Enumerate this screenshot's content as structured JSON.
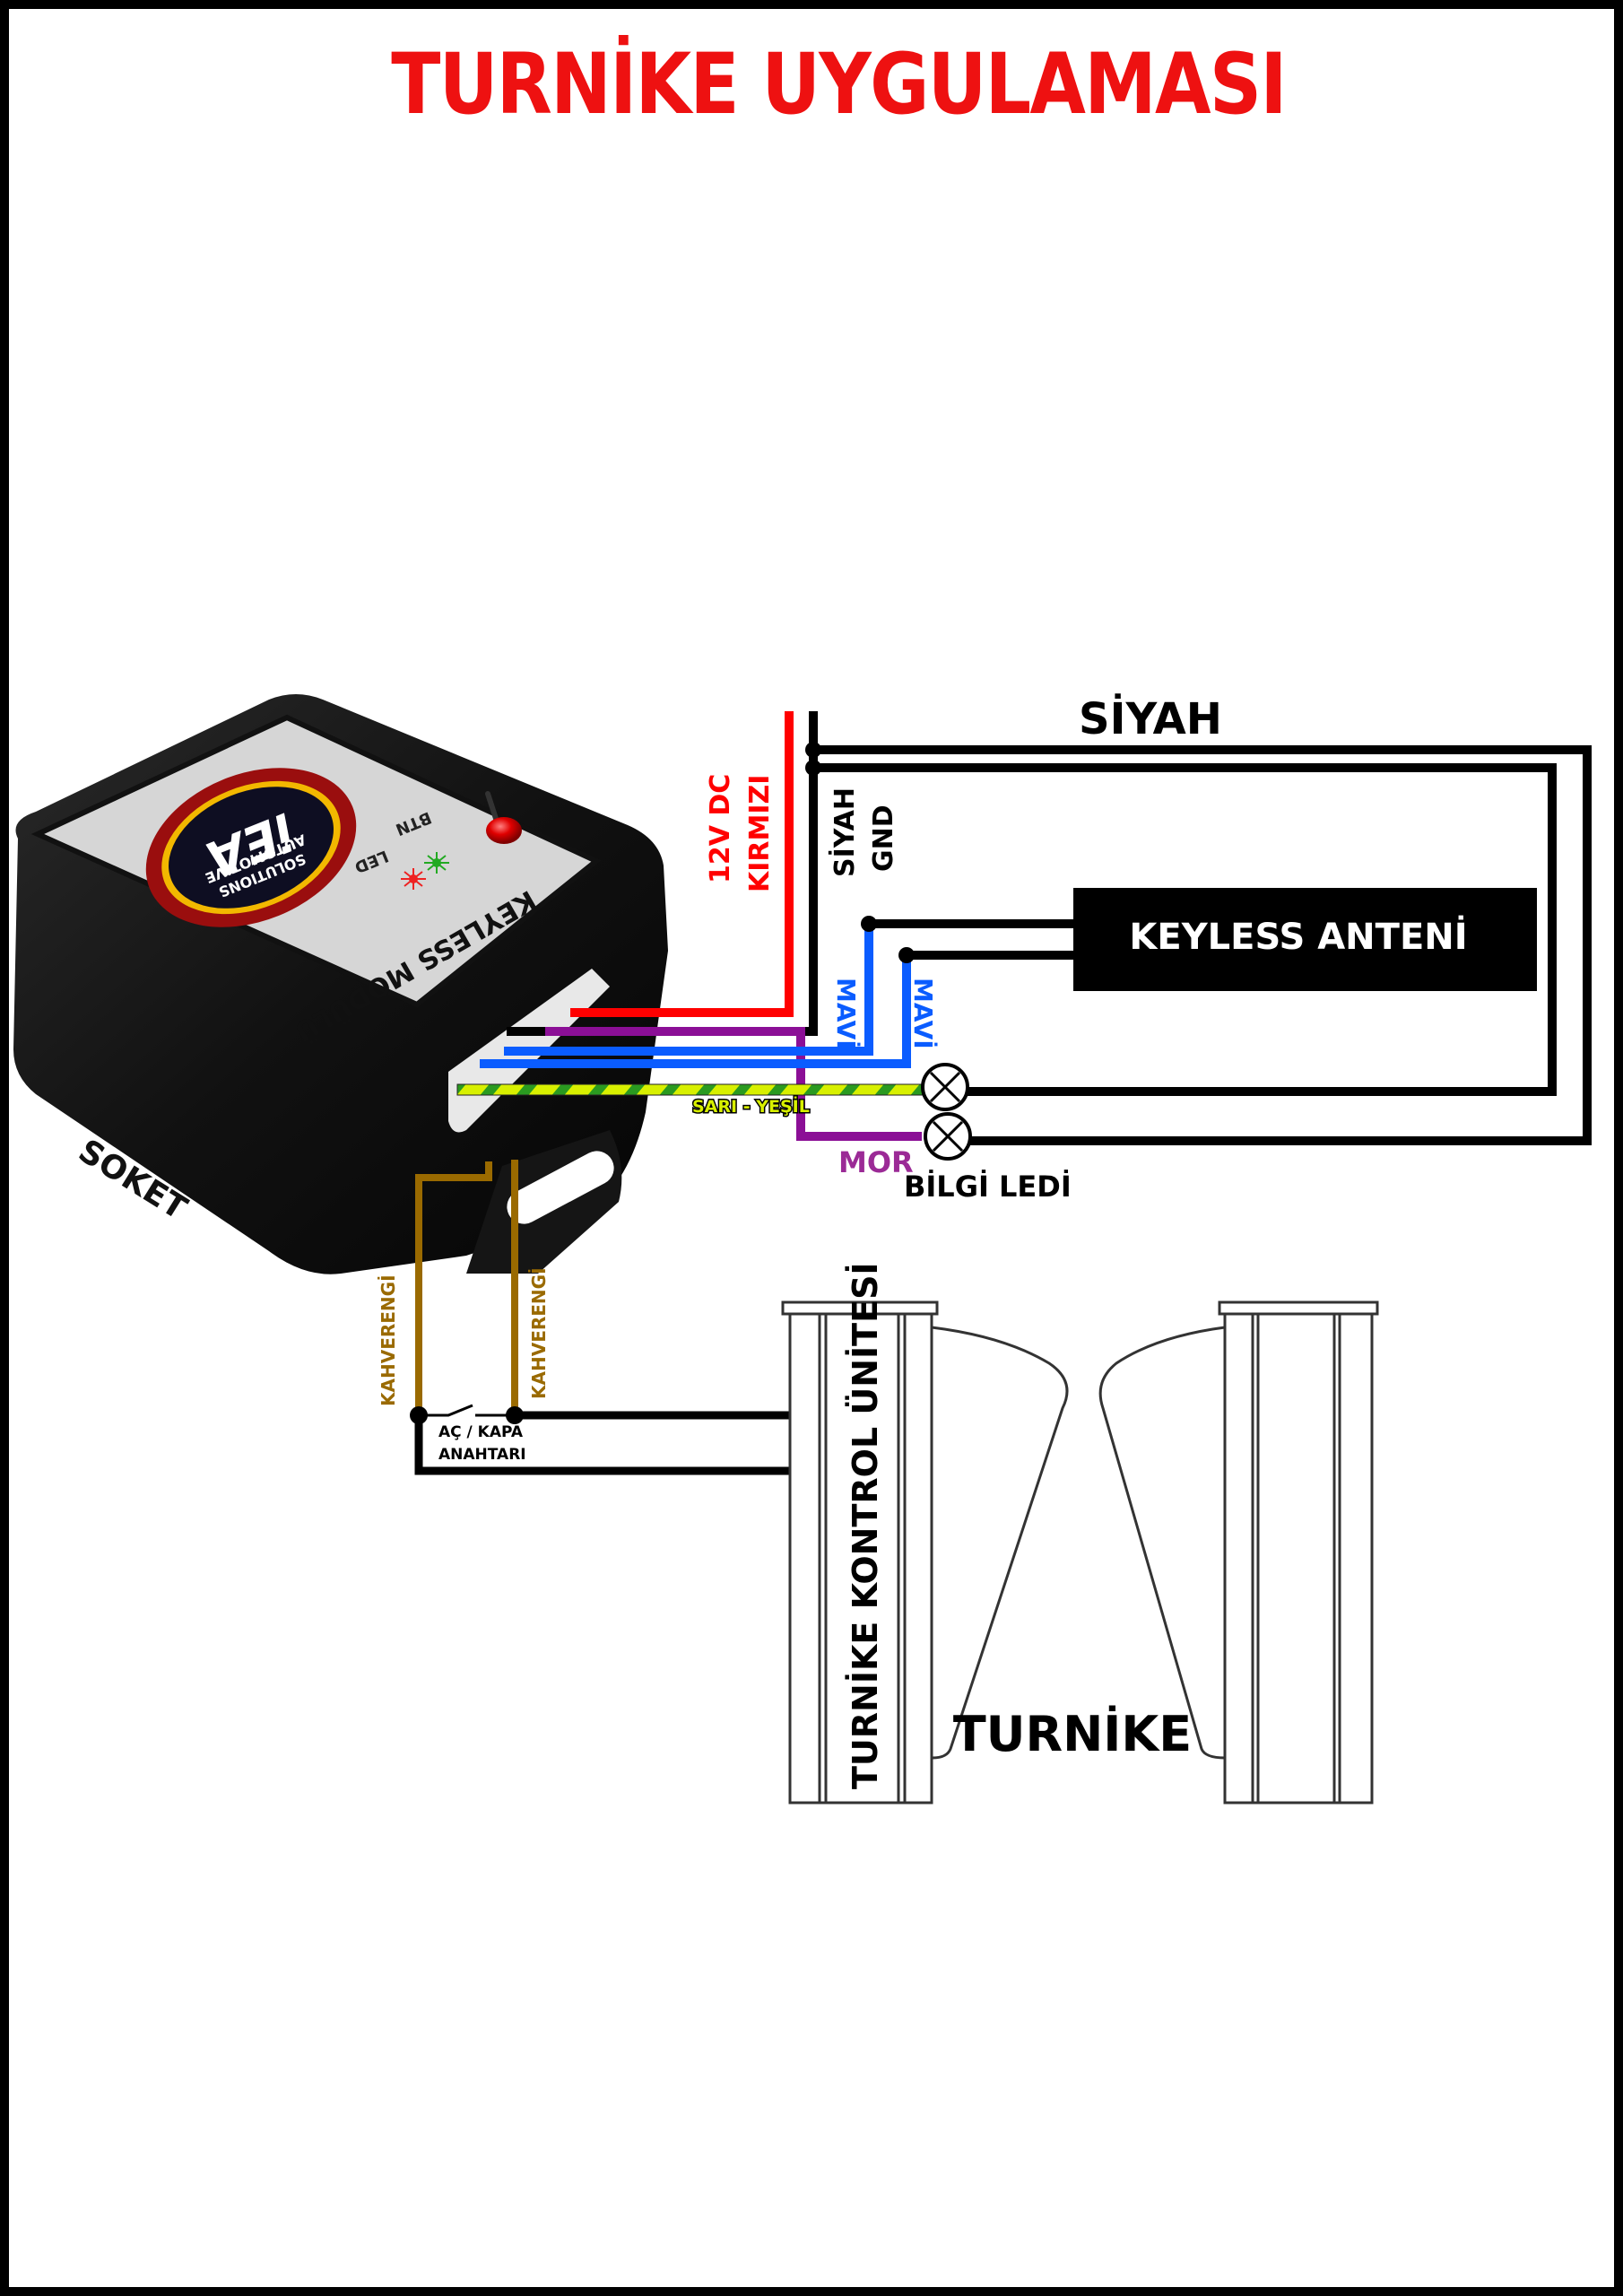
{
  "title": "TURNİKE UYGULAMASI",
  "colors": {
    "title": "#ee1111",
    "red_wire": "#ff0000",
    "black_wire": "#000000",
    "blue_wire": "#0a5cff",
    "purple_wire": "#8b0f96",
    "brown_wire": "#9a6a00",
    "yellow_wire": "#d8f000",
    "green_stripe": "#2a9a20"
  },
  "module": {
    "name": "KEYLESS MODÜLÜ",
    "brand": "iEA",
    "brand_line1": "AUTOMOTIVE",
    "brand_line2": "SOLUTIONS",
    "led_label": "LED",
    "button_label": "BTN",
    "socket_label": "SOKET"
  },
  "wires": {
    "power": {
      "line1": "12V DC",
      "line2": "KIRMIZI"
    },
    "ground": {
      "line1": "SİYAH",
      "line2": "GND"
    },
    "top_black": "SİYAH",
    "antenna_wire_1": "MAVİ",
    "antenna_wire_2": "MAVİ",
    "yellow_green": "SARI - YEŞİL",
    "purple": "MOR",
    "brown_1": "KAHVERENGİ",
    "brown_2": "KAHVERENGİ"
  },
  "antenna": {
    "label": "KEYLESS ANTENİ"
  },
  "info_led": {
    "label": "BİLGİ LEDİ"
  },
  "switch": {
    "line1": "AÇ / KAPA",
    "line2": "ANAHTARI"
  },
  "turnstile": {
    "control_unit_label": "TURNİKE KONTROL ÜNİTESİ",
    "label": "TURNİKE"
  }
}
